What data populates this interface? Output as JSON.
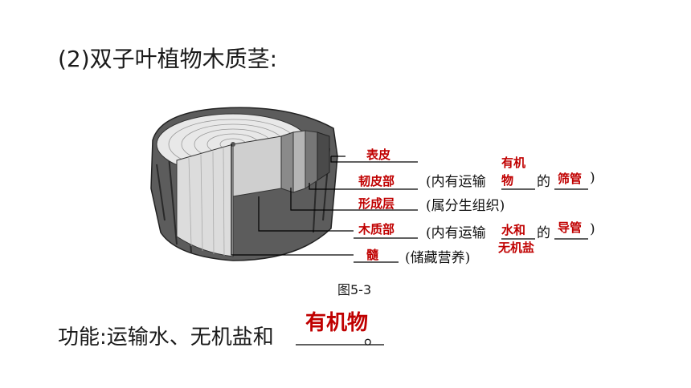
{
  "heading": "(2)双子叶植物木质茎:",
  "figure": {
    "caption": "图5-3",
    "labels": {
      "bark": "表皮",
      "phloem": "韧皮部",
      "cambium": "形成层",
      "xylem": "木质部",
      "pith": "髓"
    },
    "notes": {
      "phloem_prefix": "(内有运输",
      "phloem_mid": "的",
      "phloem_suffix": ")",
      "cambium": "(属分生组织)",
      "xylem_prefix": "(内有运输",
      "xylem_mid": "的",
      "xylem_suffix": ")",
      "pith": "(储藏营养)"
    },
    "answers": {
      "phloem_substance_line1": "有机",
      "phloem_substance_line2": "物",
      "phloem_vessel": "筛管",
      "xylem_substance_line1": "水和",
      "xylem_substance_line2": "无机盐",
      "xylem_vessel": "导管"
    }
  },
  "function": {
    "text": "功能:运输水、无机盐和",
    "end": "。",
    "answer": "有机物"
  }
}
